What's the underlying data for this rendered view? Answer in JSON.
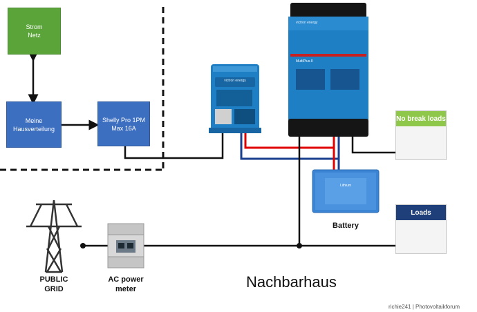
{
  "boxes": {
    "strom_netz": "Strom\nNetz",
    "hausverteilung": "Meine\nHausverteilung",
    "shelly": "Shelly Pro 1PM\nMax 16A"
  },
  "devices": {
    "charger_brand": "victron energy",
    "inverter_brand": "victron energy",
    "inverter_model": "MultiPlus-II",
    "battery_brand": "Lithium"
  },
  "loads": {
    "no_break": "No break loads",
    "loads": "Loads"
  },
  "labels": {
    "battery": "Battery",
    "public_grid": "PUBLIC\nGRID",
    "ac_meter": "AC power\nmeter",
    "nachbarhaus": "Nachbarhaus"
  },
  "credit": "richie241 | Photovoltaikforum",
  "colors": {
    "green": "#5aa43a",
    "blue_box": "#3d6fc0",
    "victron_blue": "#1f7fc4",
    "positive_wire": "#e00000",
    "negative_wire": "#1a3f8f",
    "load_green": "#8fc74a",
    "load_navy": "#1f3f7a"
  }
}
